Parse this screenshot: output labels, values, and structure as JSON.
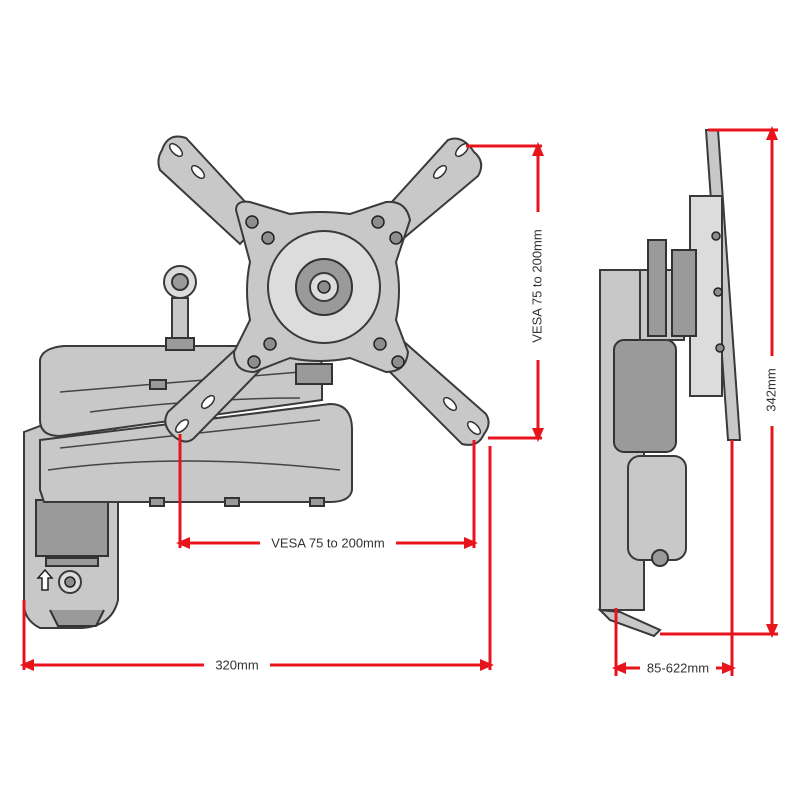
{
  "diagram": {
    "labels": {
      "vesa_horizontal": "VESA 75 to 200mm",
      "vesa_vertical": "VESA 75 to 200mm",
      "width": "320mm",
      "height": "342mm",
      "depth": "85-622mm"
    },
    "colors": {
      "dimension_line": "#e8141c",
      "mount_fill": "#c8c8c8",
      "mount_outline": "#3a3a3a",
      "label_text": "#333333"
    }
  }
}
